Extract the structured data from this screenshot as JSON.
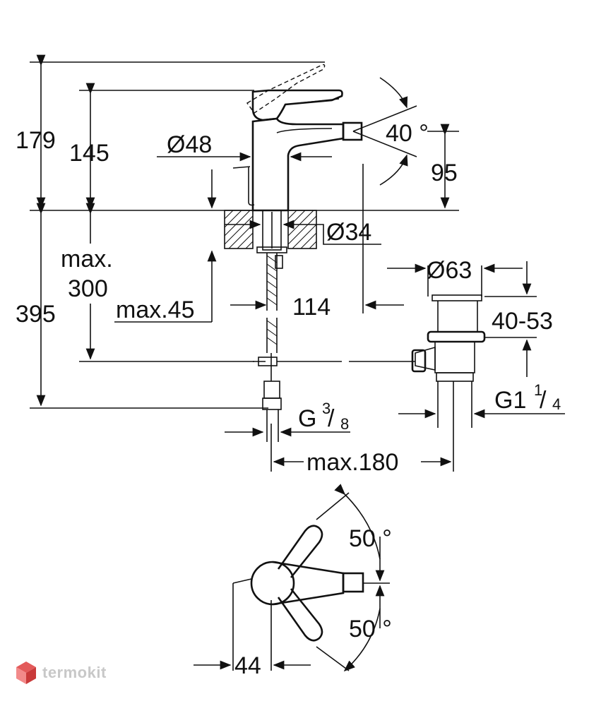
{
  "dimensions": {
    "h179": "179",
    "h145": "145",
    "d48": "Ø48",
    "angle_lever": "40 °",
    "h95": "95",
    "d34": "Ø34",
    "max_label": "max.",
    "max_300": "300",
    "max_45": "max.45",
    "h395": "395",
    "w114": "114",
    "d63": "Ø63",
    "r4053": "40-53",
    "g1_base": "G1",
    "g1_num": "1",
    "g1_den": "4",
    "g38_base": "G",
    "g38_num": "3",
    "g38_den": "8",
    "max_180": "max.180",
    "angle_top": "50 °",
    "angle_bottom": "50 °",
    "w44": "44"
  },
  "watermark": {
    "text": "termokit",
    "icon": "cube-logo-icon",
    "colors": {
      "top": "#e35a5a",
      "left": "#f28a8a",
      "right": "#c93a3a"
    }
  }
}
